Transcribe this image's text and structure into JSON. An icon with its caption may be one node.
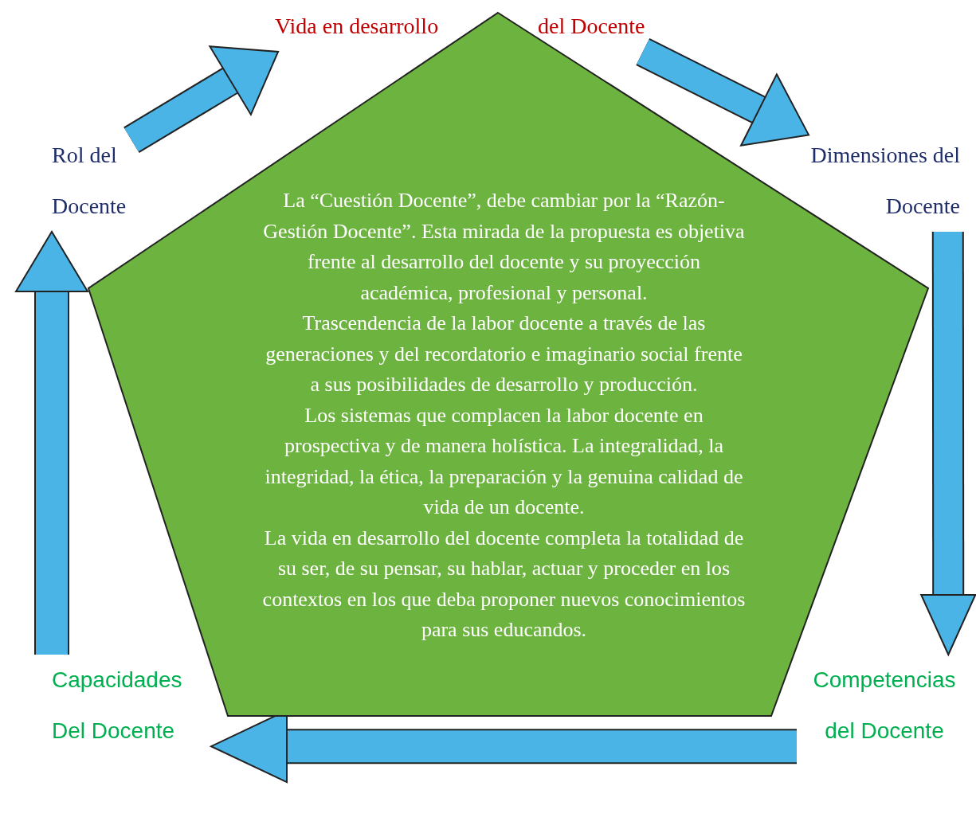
{
  "diagram": {
    "nodes": [
      {
        "text": [
          "La “Cuestión Docente”, debe cambiar por la “Razón-Gestión Docente”. Esta mirada de la propuesta es objetiva frente al desarrollo del docente y su proyección académica, profesional y personal.",
          "Trascendencia de la labor docente a través de las generaciones y del recordatorio e imaginario social frente a sus posibilidades de desarrollo y producción.",
          "Los sistemas que complacen la labor docente en prospectiva y de manera holística. La integralidad, la integridad, la ética, la preparación y la genuina calidad de vida de un docente.",
          "La vida en desarrollo del docente completa la totalidad de su ser, de su pensar, su hablar, actuar y proceder en los contextos en los que deba proponer nuevos conocimientos para sus educandos."
        ]
      },
      {
        "text": [
          "Rol del Docente"
        ]
      },
      {
        "text": [
          "Vida en desarrollo",
          "del Docente"
        ]
      },
      {
        "text": [
          "Dimensiones del Docente"
        ]
      },
      {
        "text": [
          "Competencias del Docente"
        ]
      },
      {
        "text": [
          "Capacidades Del Docente"
        ]
      }
    ],
    "edges": [
      {
        "from": 1,
        "to": 2,
        "arrow": "to"
      },
      {
        "from": 2,
        "to": 3,
        "arrow": "to"
      },
      {
        "from": 3,
        "to": 4,
        "arrow": "to"
      },
      {
        "from": 4,
        "to": 5,
        "arrow": "to"
      },
      {
        "from": 5,
        "to": 1,
        "arrow": "to"
      }
    ]
  }
}
